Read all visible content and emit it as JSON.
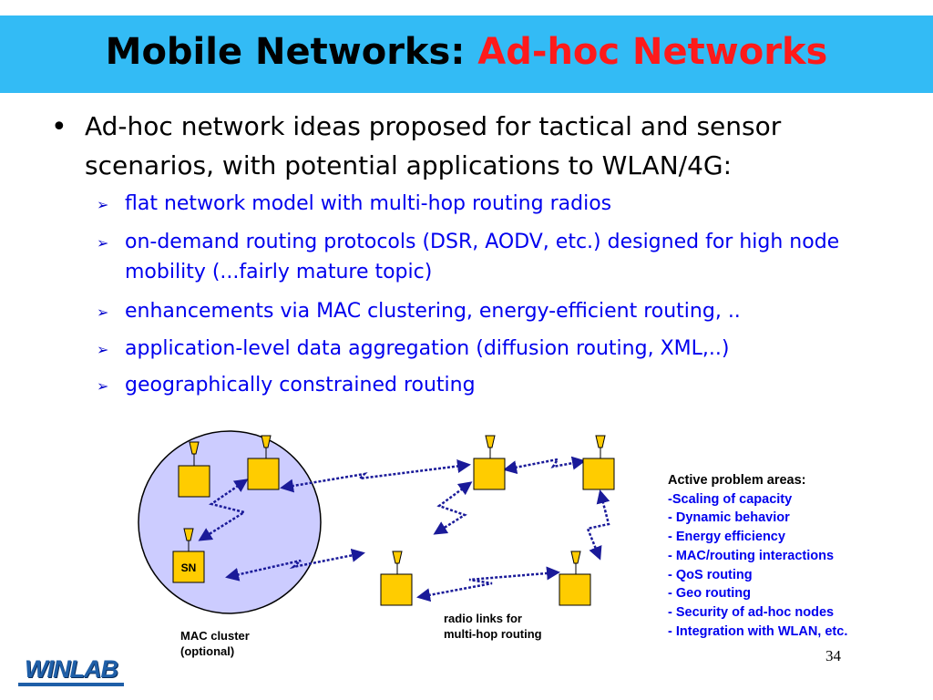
{
  "title": {
    "main": "Mobile Networks:",
    "accent": "Ad-hoc Networks"
  },
  "bullets": {
    "dot": "•",
    "main": "Ad-hoc network ideas proposed for tactical and sensor scenarios, with potential applications to WLAN/4G:",
    "arrow": "➢",
    "subs": [
      "flat network model with multi-hop routing radios",
      "on-demand routing protocols (DSR, AODV, etc.) designed for high node mobility (...fairly mature topic)",
      "enhancements via MAC clustering, energy-efficient routing, ..",
      "application-level data aggregation (diffusion routing, XML,..)",
      "geographically constrained routing"
    ]
  },
  "diagram": {
    "sn_label": "SN",
    "mac_cluster_label": [
      "MAC cluster",
      "(optional)"
    ],
    "radio_links_label": [
      "radio links for",
      "multi-hop routing"
    ],
    "colors": {
      "node": "#ffcc00",
      "cluster": "#ccccff",
      "link": "#1a1a99"
    }
  },
  "problem_areas": {
    "heading": "Active problem areas:",
    "items": [
      "-Scaling of capacity",
      "- Dynamic behavior",
      "- Energy efficiency",
      "- MAC/routing interactions",
      "- QoS routing",
      "- Geo routing",
      "- Security of ad-hoc nodes",
      "- Integration with WLAN, etc."
    ]
  },
  "page_number": "34",
  "logo": "WINLAB"
}
